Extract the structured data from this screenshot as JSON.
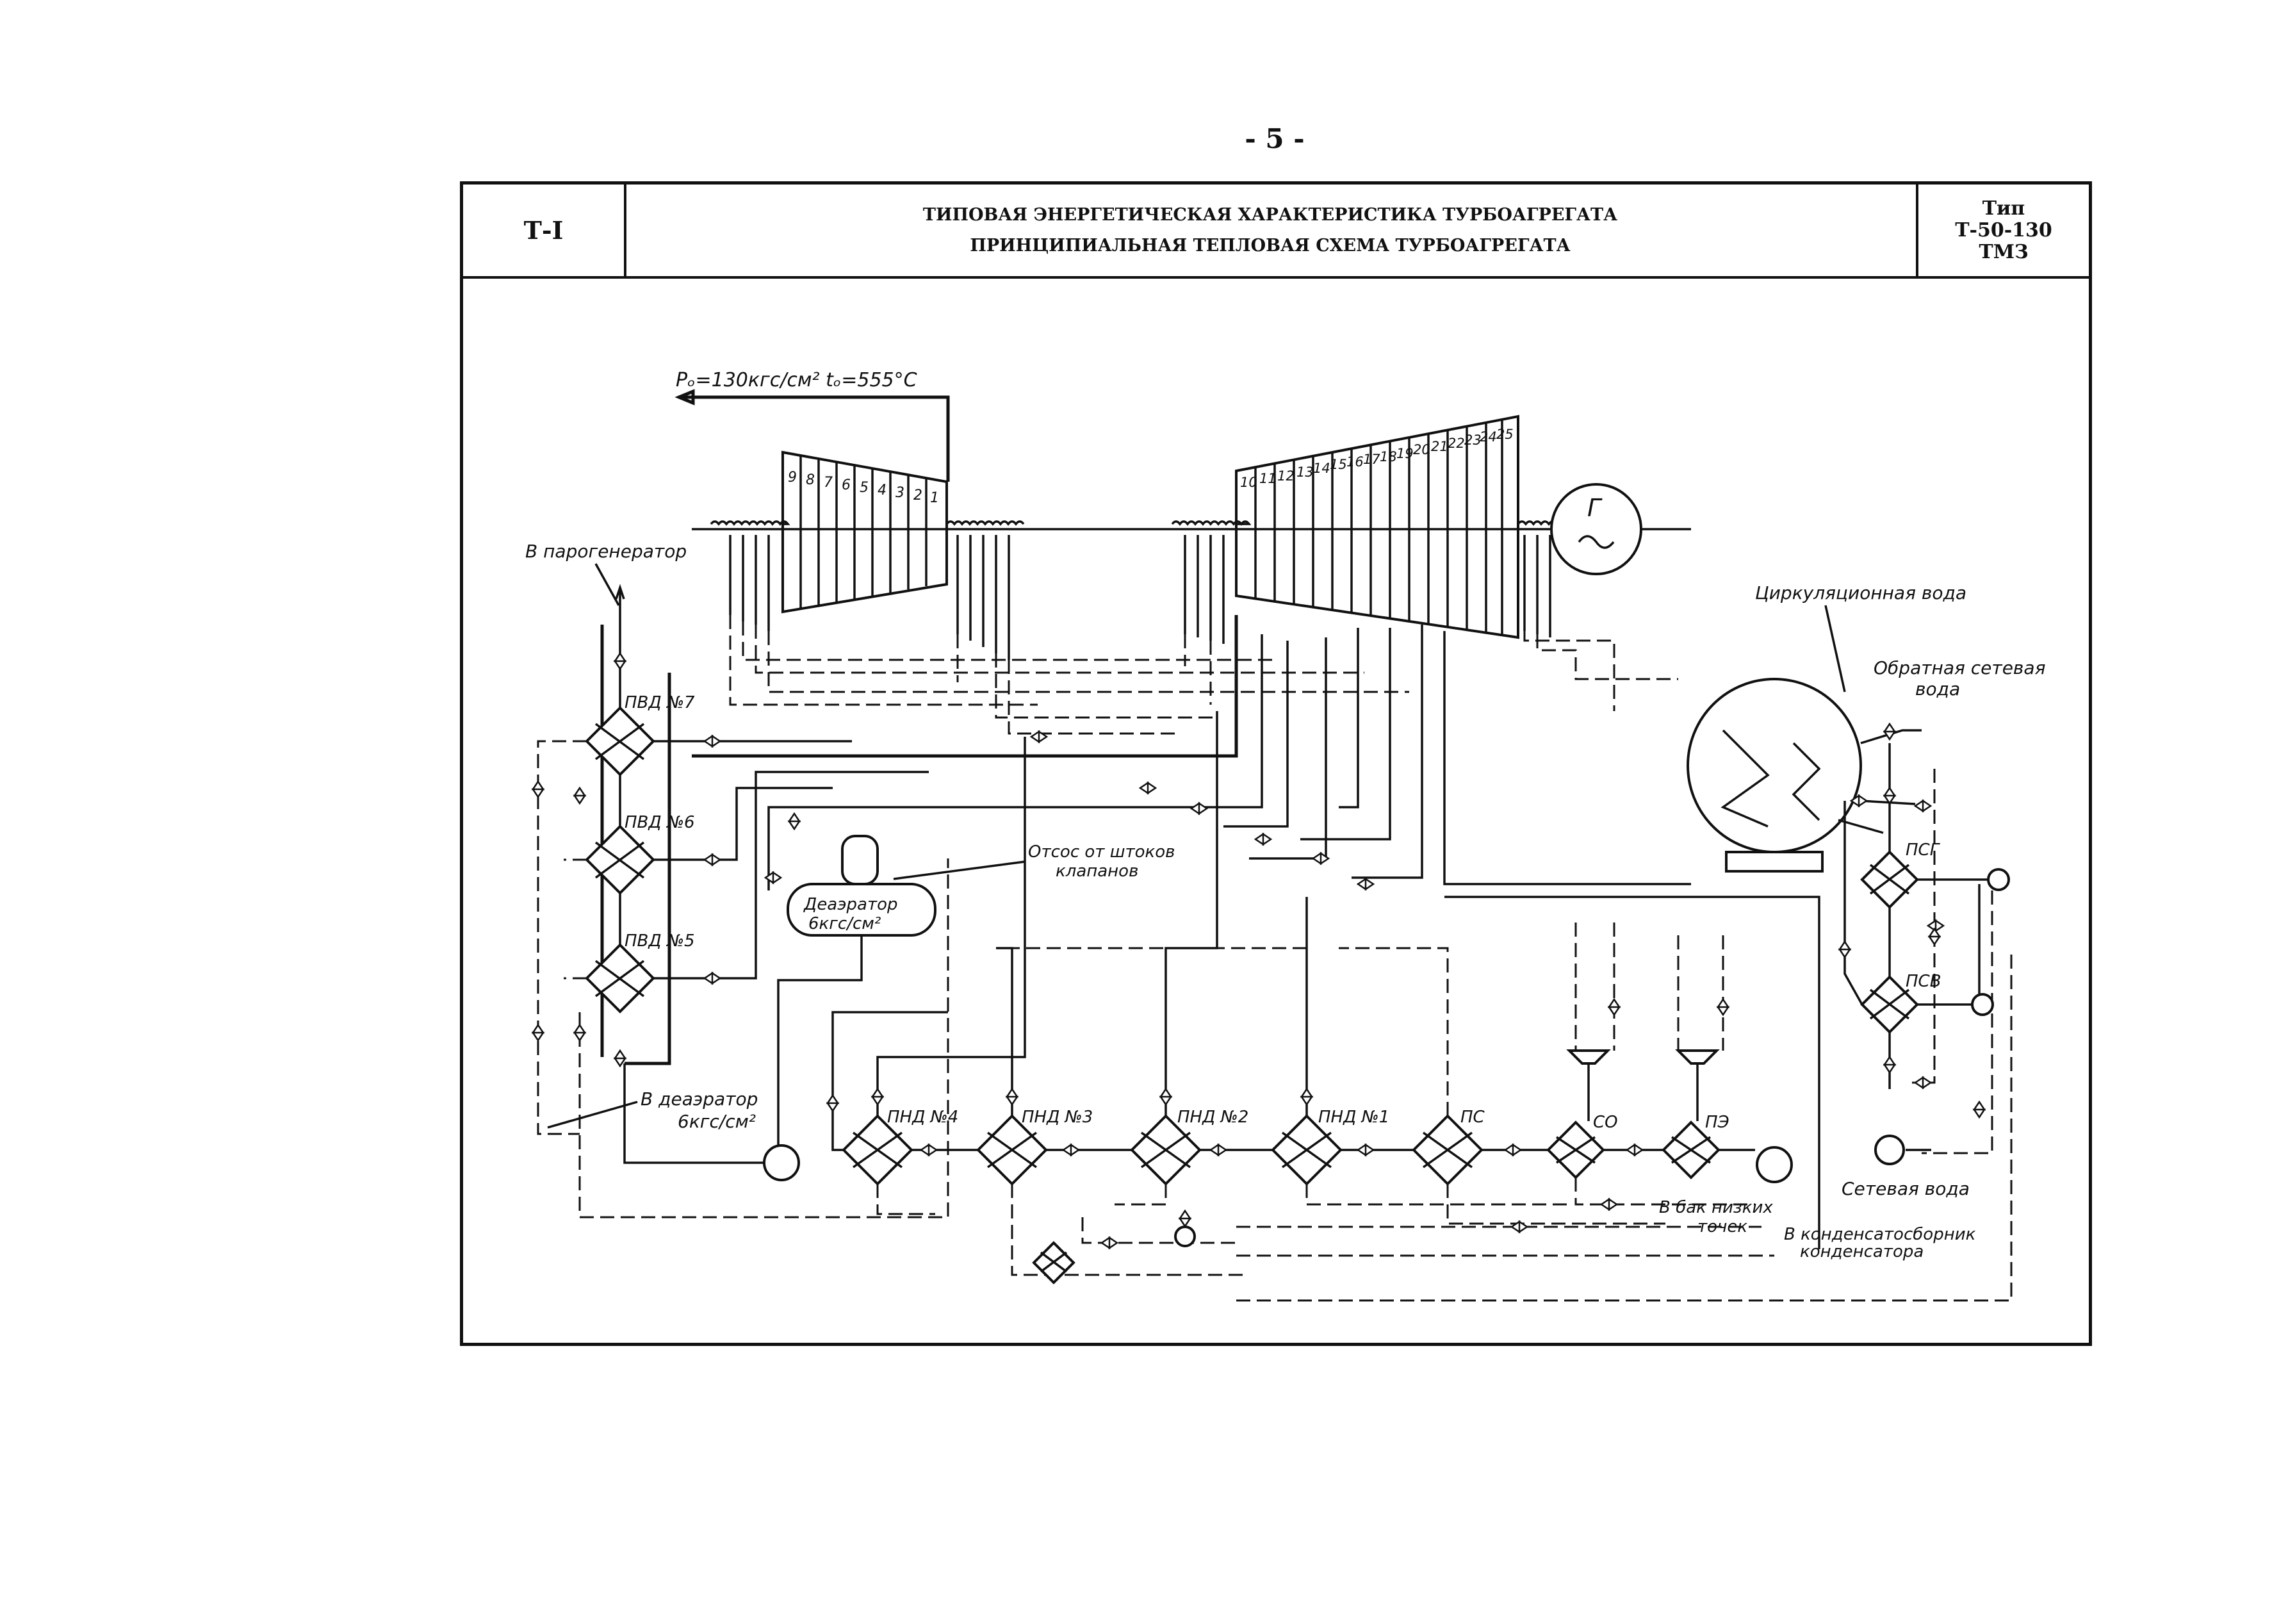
{
  "page_number": "- 5 -",
  "header": {
    "code": "Т-I",
    "title_line1": "ТИПОВАЯ ЭНЕРГЕТИЧЕСКАЯ ХАРАКТЕРИСТИКА ТУРБОАГРЕГАТА",
    "title_line2": "ПРИНЦИПИАЛЬНАЯ ТЕПЛОВАЯ СХЕМА ТУРБОАГРЕГАТА",
    "type_label": "Тип",
    "type_model": "Т-50-130",
    "type_maker": "ТМЗ"
  },
  "diagram": {
    "steam_params": "Pₒ=130кгс/см²  tₒ=555°С",
    "hp_stages": [
      "9",
      "8",
      "7",
      "6",
      "5",
      "4",
      "3",
      "2",
      "1"
    ],
    "lp_stages": [
      "10",
      "11",
      "12",
      "13",
      "14",
      "15",
      "16",
      "17",
      "18",
      "19",
      "20",
      "21",
      "22",
      "23",
      "24",
      "25"
    ],
    "generator": "Г",
    "to_steam_generator": "В парогенератор",
    "circulating_water": "Циркуляционная вода",
    "return_network_water_1": "Обратная сетевая",
    "return_network_water_2": "вода",
    "hp_heaters": [
      "ПВД №7",
      "ПВД №6",
      "ПВД №5"
    ],
    "valve_stem_suction_1": "Отсос от штоков",
    "valve_stem_suction_2": "клапанов",
    "deaerator_1": "Деаэратор",
    "deaerator_2": "6кгс/см²",
    "to_deaerator_1": "В деаэратор",
    "to_deaerator_2": "6кгс/см²",
    "lp_heaters": [
      "ПНД №4",
      "ПНД №3",
      "ПНД №2",
      "ПНД №1"
    ],
    "ps": "ПС",
    "so": "СО",
    "pe": "ПЭ",
    "psg": "ПСГ",
    "psv": "ПСВ",
    "network_water": "Сетевая вода",
    "to_low_points_tank_1": "В бак низких",
    "to_low_points_tank_2": "точек",
    "to_condensate_collector_1": "В конденсатосборник",
    "to_condensate_collector_2": "конденсатора"
  }
}
